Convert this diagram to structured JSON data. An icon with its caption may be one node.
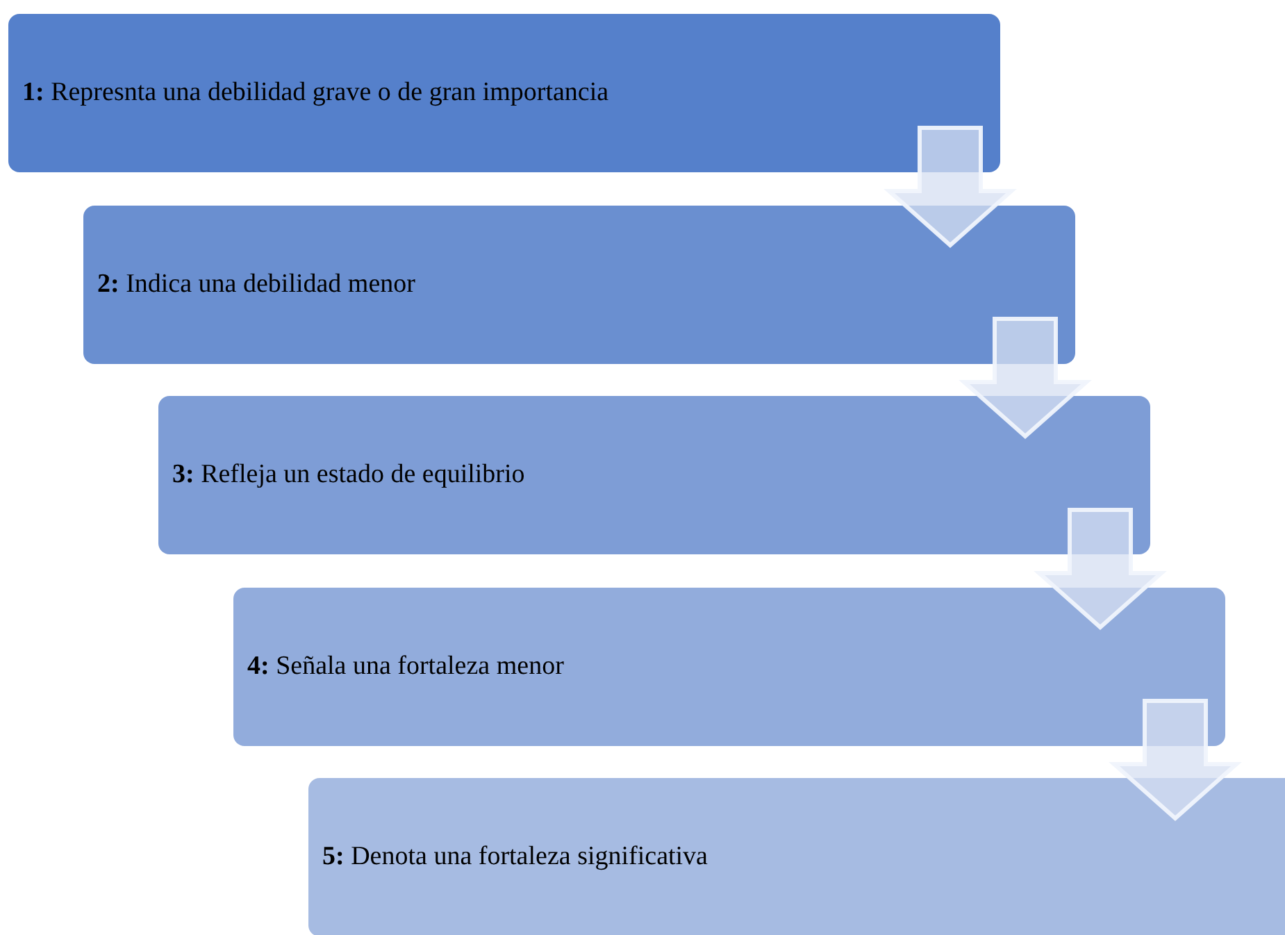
{
  "diagram": {
    "nodes": [
      {
        "text": [
          "**1:** Represnta una debilidad grave o de gran importancia"
        ]
      },
      {
        "text": [
          "**2:** Indica una debilidad menor"
        ]
      },
      {
        "text": [
          "**3:** Refleja un estado de equilibrio"
        ]
      },
      {
        "text": [
          "**4:** Señala una fortaleza menor"
        ]
      },
      {
        "text": [
          "**5:** Denota una fortaleza significativa"
        ]
      }
    ],
    "edges": [
      {
        "from": 0,
        "to": 1,
        "arrow": "to"
      },
      {
        "from": 1,
        "to": 2,
        "arrow": "to"
      },
      {
        "from": 2,
        "to": 3,
        "arrow": "to"
      },
      {
        "from": 3,
        "to": 4,
        "arrow": "to"
      }
    ]
  }
}
